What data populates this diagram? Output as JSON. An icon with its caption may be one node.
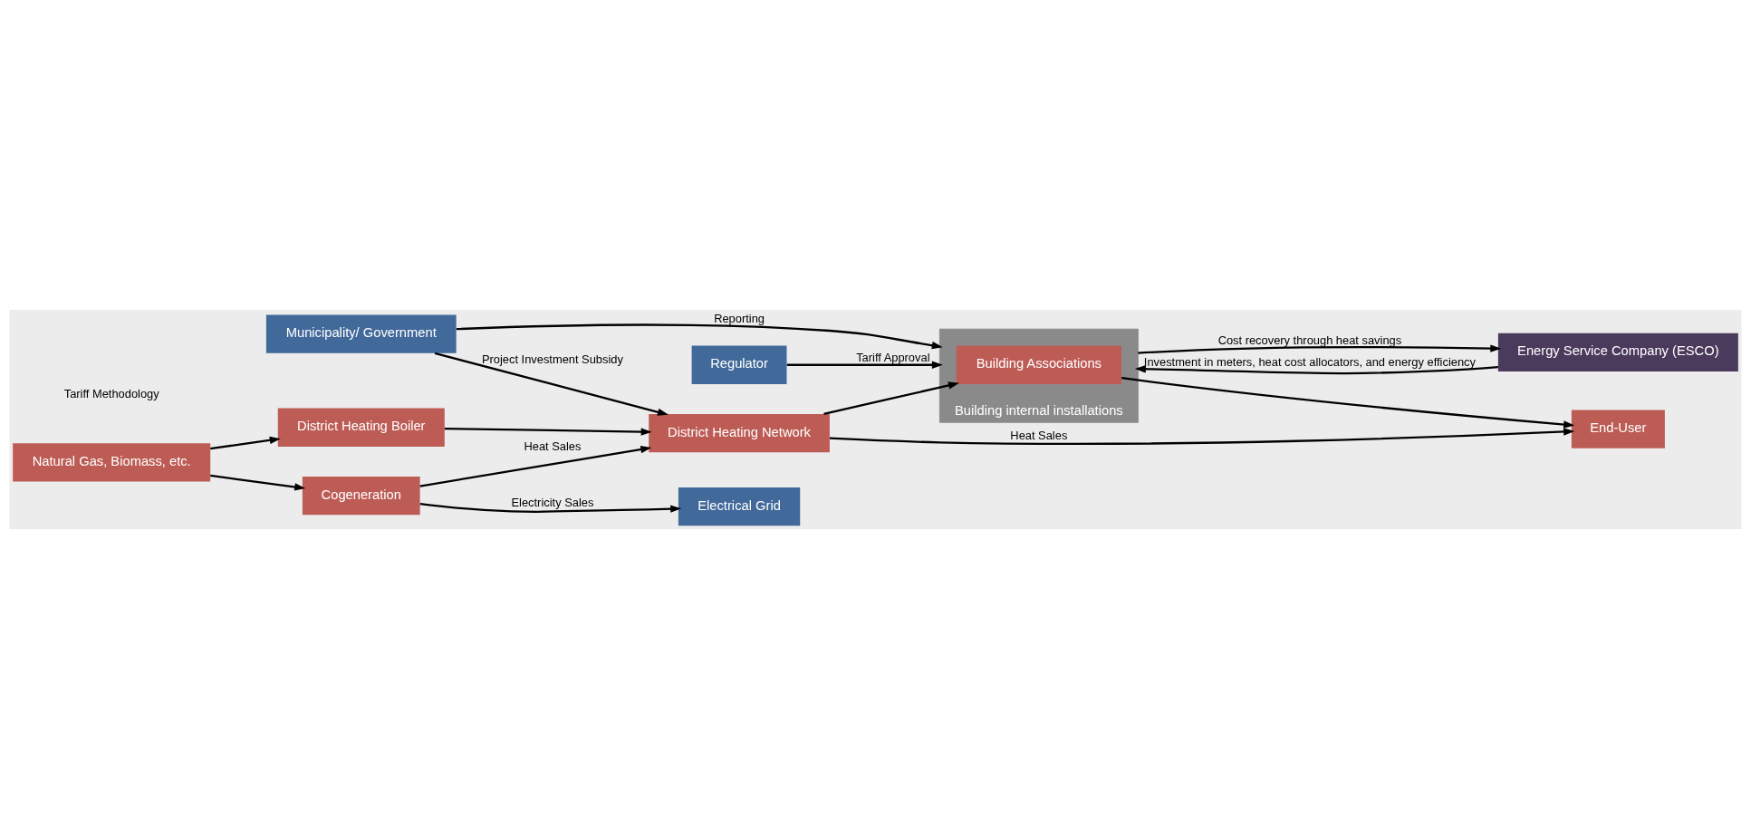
{
  "diagram": {
    "nodes": [
      {
        "text": [
          "Electrical Grid"
        ]
      },
      {
        "text": [
          "Municipality/ Government"
        ]
      },
      {
        "text": [
          "Regulator"
        ]
      },
      {
        "text": [
          "Natural Gas, Biomass, etc."
        ]
      },
      {
        "text": [
          "Cogeneration"
        ]
      },
      {
        "text": [
          "District Heating Boiler"
        ]
      },
      {
        "text": [
          "District Heating Network"
        ]
      },
      {
        "text": [
          "Building internal installations"
        ]
      },
      {
        "text": [
          "Building Associations"
        ],
        "in": 7
      },
      {
        "text": [
          "End-User"
        ]
      },
      {
        "text": [
          "Energy Service Company (ESCO)"
        ]
      }
    ],
    "edges": [
      {
        "from": 4,
        "to": 0,
        "arrow": "to",
        "label": "Electricity Sales"
      },
      {
        "from": 3,
        "to": 4,
        "arrow": "to"
      },
      {
        "from": 3,
        "to": 5,
        "arrow": "to"
      },
      {
        "from": 4,
        "to": 6,
        "arrow": "to",
        "label": "Heat Sales"
      },
      {
        "from": 5,
        "to": 6,
        "arrow": "to"
      },
      {
        "from": 1,
        "to": 6,
        "arrow": "to",
        "label": "Project Investment Subsidy"
      },
      {
        "from": 1,
        "to": 7,
        "arrow": "to",
        "label": "Reporting"
      },
      {
        "from": 2,
        "to": 7,
        "arrow": "to",
        "label": "Tariff Approval"
      },
      {
        "from": 6,
        "to": 9,
        "arrow": "to",
        "label": "Heat Sales"
      },
      {
        "from": 6,
        "to": 8,
        "arrow": "to"
      },
      {
        "from": 8,
        "to": 9,
        "arrow": "to"
      },
      {
        "from": 10,
        "to": 7,
        "arrow": "to",
        "label": "Investment in meters, heat cost allocators, and energy efficiency"
      },
      {
        "from": 7,
        "to": 10,
        "arrow": "to",
        "label": "Cost recovery through heat savings"
      }
    ],
    "labels": [
      "Tariff Methodology"
    ]
  }
}
